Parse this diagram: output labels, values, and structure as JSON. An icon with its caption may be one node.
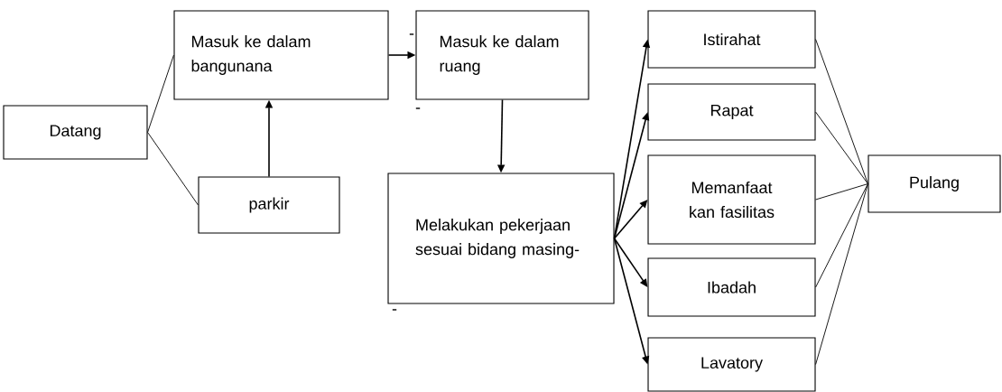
{
  "diagram": {
    "nodes": [
      {
        "text": [
          "Datang"
        ]
      },
      {
        "text": [
          "Masuk ke dalam bangunana"
        ]
      },
      {
        "text": [
          "parkir"
        ]
      },
      {
        "text": [
          "Masuk ke dalam ruang"
        ]
      },
      {
        "text": [
          "Melakukan pekerjaan sesuai bidang masing-"
        ]
      },
      {
        "text": [
          "Istirahat"
        ]
      },
      {
        "text": [
          "Rapat"
        ]
      },
      {
        "text": [
          "Memanfaat kan fasilitas"
        ]
      },
      {
        "text": [
          "Ibadah"
        ]
      },
      {
        "text": [
          "Lavatory"
        ]
      },
      {
        "text": [
          "Pulang"
        ]
      }
    ],
    "edges": [
      {
        "from": 0,
        "to": 1,
        "arrow": "none"
      },
      {
        "from": 0,
        "to": 2,
        "arrow": "none"
      },
      {
        "from": 2,
        "to": 1,
        "arrow": "to"
      },
      {
        "from": 1,
        "to": 3,
        "arrow": "to"
      },
      {
        "from": 3,
        "to": 4,
        "arrow": "to"
      },
      {
        "from": 4,
        "to": 5,
        "arrow": "to"
      },
      {
        "from": 4,
        "to": 6,
        "arrow": "to"
      },
      {
        "from": 4,
        "to": 7,
        "arrow": "to"
      },
      {
        "from": 4,
        "to": 8,
        "arrow": "to"
      },
      {
        "from": 4,
        "to": 9,
        "arrow": "to"
      },
      {
        "from": 5,
        "to": 10,
        "arrow": "none"
      },
      {
        "from": 6,
        "to": 10,
        "arrow": "none"
      },
      {
        "from": 7,
        "to": 10,
        "arrow": "none"
      },
      {
        "from": 8,
        "to": 10,
        "arrow": "none"
      },
      {
        "from": 9,
        "to": 10,
        "arrow": "none"
      }
    ],
    "labels": [
      "-",
      "-",
      "-"
    ]
  }
}
